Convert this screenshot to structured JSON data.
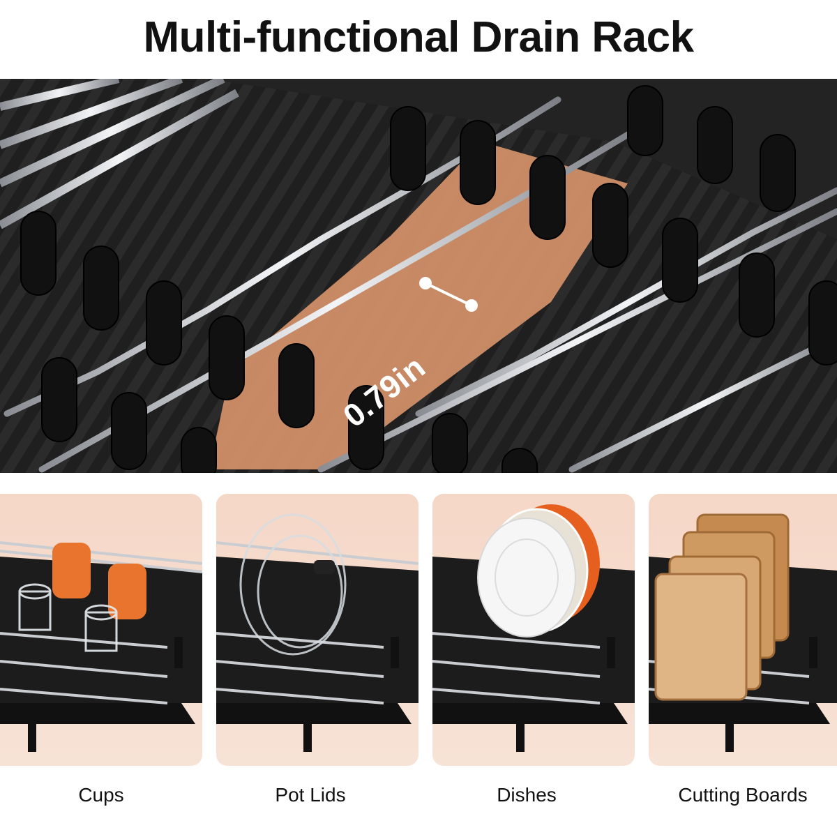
{
  "title": "Multi-functional Drain Rack",
  "callout": "0.79in",
  "panels": [
    {
      "label": "Cups"
    },
    {
      "label": "Pot Lids"
    },
    {
      "label": "Dishes"
    },
    {
      "label": "Cutting Boards"
    }
  ],
  "colors": {
    "rack_frame": "#1a1a1a",
    "wire": "#c9ccd1",
    "highlight": "#d6916a",
    "panel_bg": "#f6dccd"
  }
}
